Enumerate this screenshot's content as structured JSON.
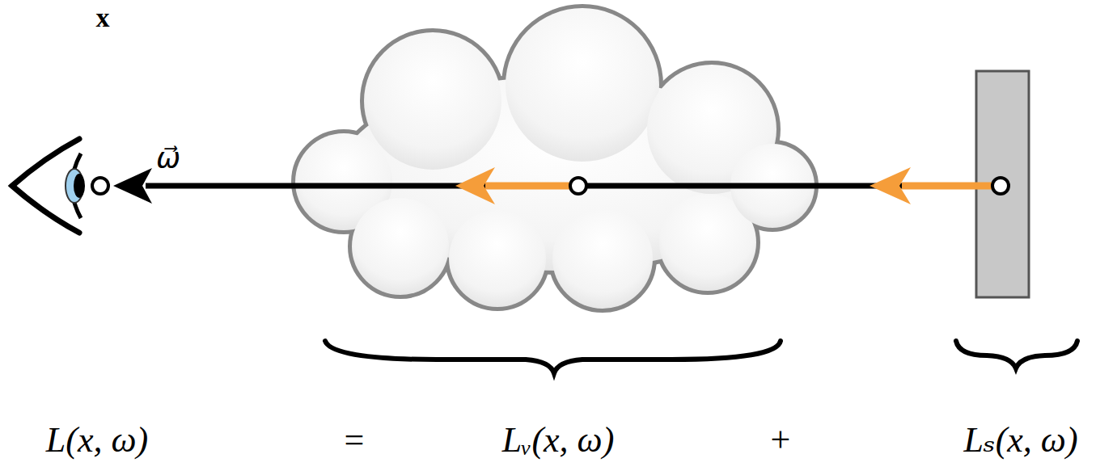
{
  "diagram": {
    "labels": [
      "x",
      "ω⃗",
      "L(x, ω)",
      "=",
      "Lᵥ(x, ω)",
      "+",
      "Lₛ(x, ω)"
    ]
  }
}
